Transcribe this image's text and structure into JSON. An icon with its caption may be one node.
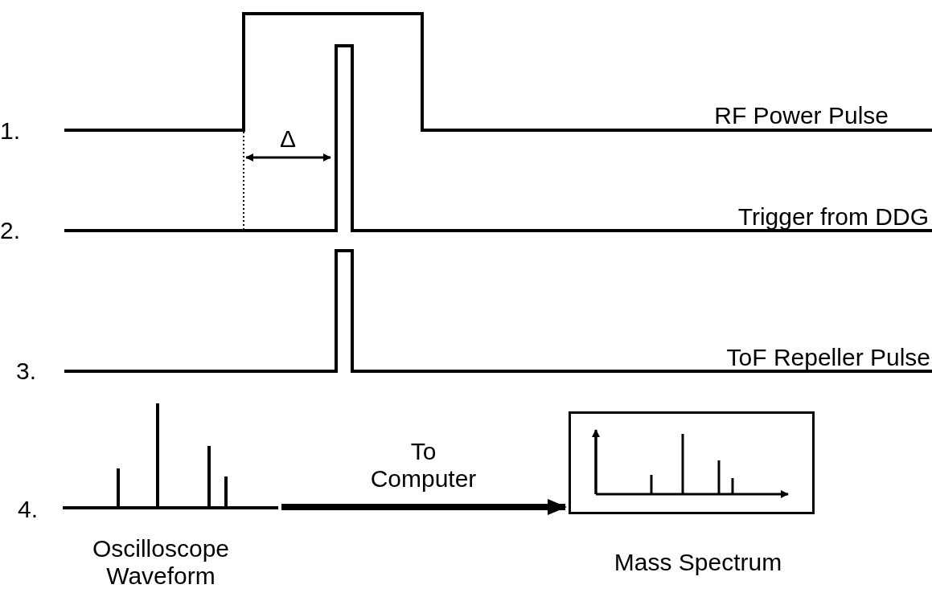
{
  "diagram": {
    "nodes": [
      {
        "text": [],
        "shape": "picture",
        "beside": [
          "Oscilloscope Waveform"
        ]
      },
      {
        "text": [],
        "shape": "picture",
        "beside": [
          "Mass Spectrum"
        ]
      }
    ],
    "edges": [
      {
        "from": 0,
        "to": 1,
        "arrow": "to",
        "label": "To Computer"
      }
    ],
    "labels": [
      "1.",
      "RF Power Pulse",
      "Δ",
      "2.",
      "Trigger from DDG",
      "3.",
      "ToF Repeller Pulse",
      "4."
    ]
  }
}
